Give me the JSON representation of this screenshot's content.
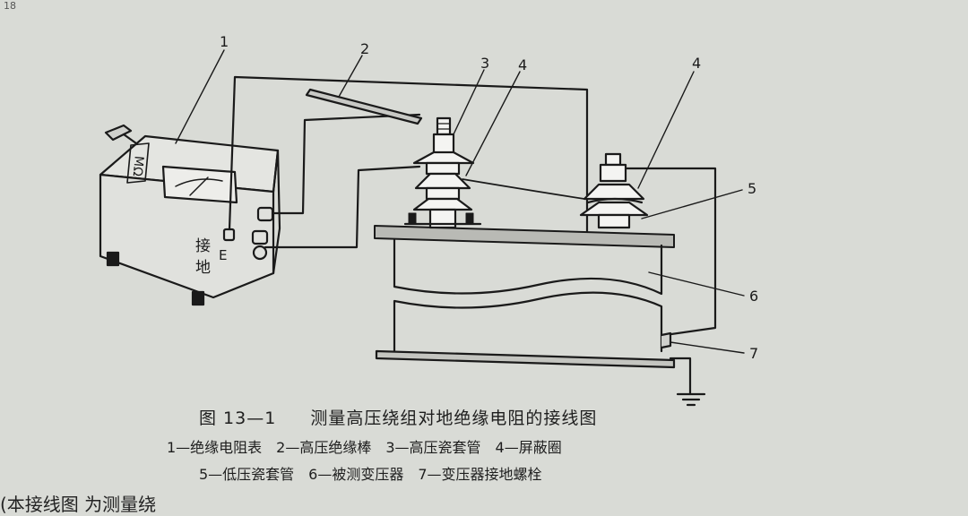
{
  "page_corner": "18",
  "figure": {
    "caption_number": "图 13—1",
    "caption_title": "测量高压绕组对地绝缘电阻的接线图",
    "legend_line1": "1—绝缘电阻表　2—高压绝缘棒　3—高压瓷套管　4—屏蔽圈",
    "legend_line2": "5—低压瓷套管　6—被测变压器　7—变压器接地螺栓",
    "bottom_cut_text": "(本接线图    为测量绕"
  },
  "callouts": {
    "n1": "1",
    "n2": "2",
    "n3": "3",
    "n4a": "4",
    "n4b": "4",
    "n5": "5",
    "n6": "6",
    "n7": "7"
  },
  "meter": {
    "scale_label": "MΩ",
    "ground_label_1": "接",
    "ground_label_2": "地",
    "terminal_label": "E"
  },
  "colors": {
    "ink": "#1a1a1a",
    "paper": "#d9dbd6",
    "bushing_fill": "#f4f4f2"
  }
}
